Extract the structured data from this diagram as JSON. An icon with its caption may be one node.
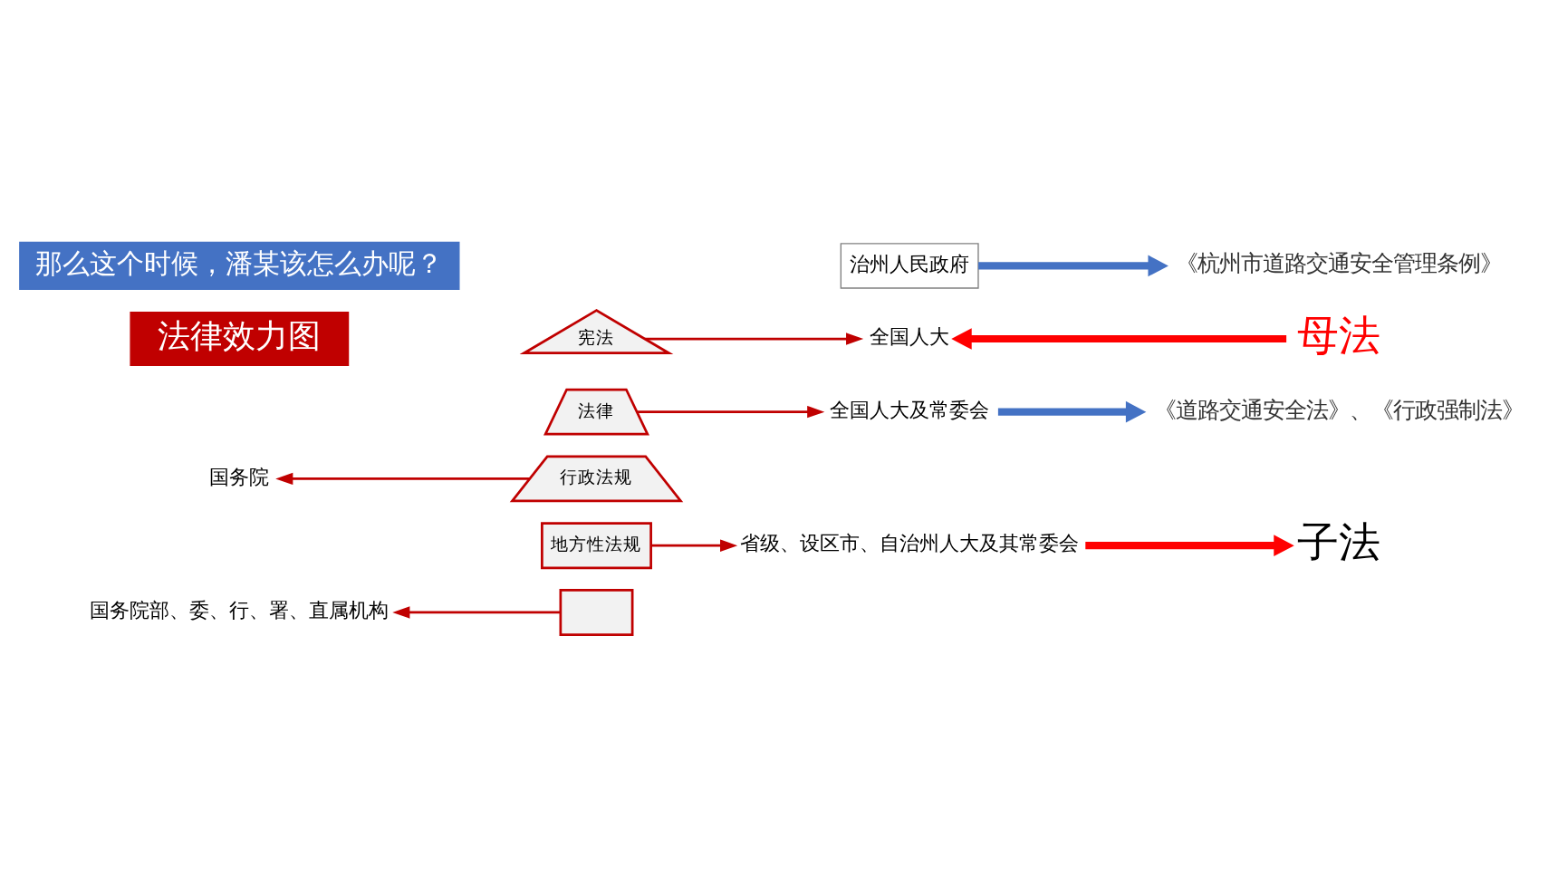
{
  "diagram": {
    "title": "法律效力图",
    "nodes": [
      {
        "text": [
          "宪法"
        ]
      },
      {
        "text": [
          "法律"
        ]
      },
      {
        "text": [
          "行政法规"
        ]
      },
      {
        "text": [
          "地方性法规"
        ]
      },
      {
        "text": [],
        "shape": "box"
      },
      {
        "text": [
          "全国人大"
        ]
      },
      {
        "text": [
          "全国人大及常委会"
        ]
      },
      {
        "text": [
          "国务院"
        ]
      },
      {
        "text": [
          "省级、设区市、自治州人大及其常委会"
        ]
      },
      {
        "text": [
          "国务院部、委、行、署、直属机构"
        ]
      },
      {
        "text": [
          "治州人民政府"
        ]
      },
      {
        "text": [
          "母法"
        ]
      },
      {
        "text": [
          "《道路交通安全法》、《行政强制法》"
        ]
      },
      {
        "text": [
          "子法"
        ]
      },
      {
        "text": [
          "《杭州市道路交通安全管理条例》"
        ]
      },
      {
        "text": [
          "那么这个时候，潘某该怎么办呢？"
        ]
      }
    ],
    "edges": [
      {
        "from": 0,
        "to": 5,
        "arrow": "to"
      },
      {
        "from": 1,
        "to": 6,
        "arrow": "to"
      },
      {
        "from": 2,
        "to": 7,
        "arrow": "to"
      },
      {
        "from": 3,
        "to": 8,
        "arrow": "to"
      },
      {
        "from": 4,
        "to": 9,
        "arrow": "to"
      },
      {
        "from": 11,
        "to": 5,
        "arrow": "to",
        "style": "thick",
        "color": "#ff0000"
      },
      {
        "from": 6,
        "to": 12,
        "arrow": "to",
        "style": "thick",
        "color": "#4472c4"
      },
      {
        "from": 8,
        "to": 13,
        "arrow": "to",
        "style": "thick",
        "color": "#ff0000"
      },
      {
        "from": 10,
        "to": 14,
        "arrow": "to",
        "style": "thick",
        "color": "#4472c4"
      }
    ]
  }
}
